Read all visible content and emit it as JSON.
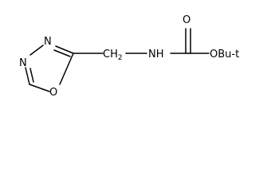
{
  "structure": {
    "atoms": {
      "ring_n1": "N",
      "ring_n2": "N",
      "ring_o": "O",
      "ch2": "CH",
      "ch2_subscript": "2",
      "amine": "NH",
      "carbonyl_o": "O",
      "ester_o": "OBu-t"
    }
  }
}
